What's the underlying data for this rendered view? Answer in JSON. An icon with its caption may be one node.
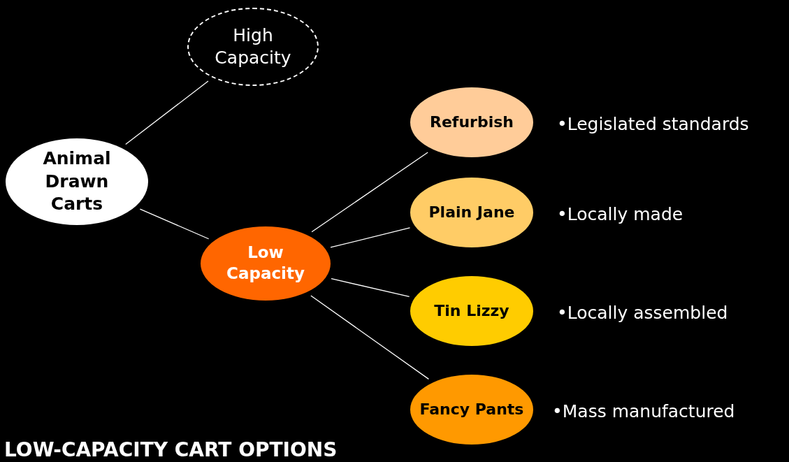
{
  "diagram": {
    "caption": "LOW-CAPACITY CART OPTIONS",
    "nodes": [
      {
        "text": [
          "Animal Drawn Carts"
        ]
      },
      {
        "text": [
          "High Capacity"
        ]
      },
      {
        "text": [
          "Low Capacity"
        ]
      },
      {
        "text": [
          "Refurbish"
        ],
        "beside": [
          "•Legislated standards"
        ]
      },
      {
        "text": [
          "Plain Jane"
        ],
        "beside": [
          "•Locally made"
        ]
      },
      {
        "text": [
          "Tin Lizzy"
        ],
        "beside": [
          "•Locally assembled"
        ]
      },
      {
        "text": [
          "Fancy Pants"
        ],
        "beside": [
          "•Mass manufactured"
        ]
      }
    ],
    "edges": [
      {
        "from": 0,
        "to": 1,
        "arrow": "none"
      },
      {
        "from": 0,
        "to": 2,
        "arrow": "none"
      },
      {
        "from": 2,
        "to": 3,
        "arrow": "none"
      },
      {
        "from": 2,
        "to": 4,
        "arrow": "none"
      },
      {
        "from": 2,
        "to": 5,
        "arrow": "none"
      },
      {
        "from": 2,
        "to": 6,
        "arrow": "none"
      }
    ]
  }
}
